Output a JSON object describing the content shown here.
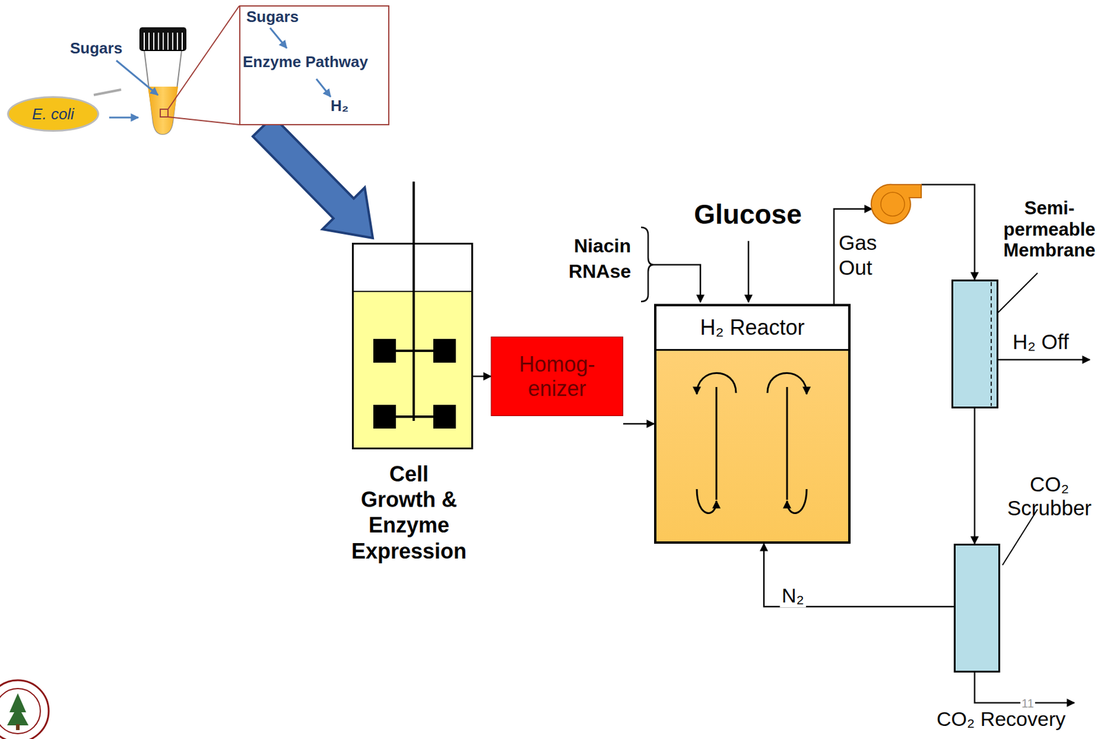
{
  "diagram": {
    "nodes": [
      {
        "text": [
          "E. coli"
        ]
      },
      {
        "text": [
          "Sugars",
          "Enzyme Pathway",
          "H₂"
        ]
      },
      {
        "text": [
          "Cell Growth & Enzyme Expression"
        ]
      },
      {
        "text": [
          "Homog- enizer"
        ]
      },
      {
        "text": [
          "H₂ Reactor"
        ]
      },
      {
        "text": [
          "Semi- permeable Membrane"
        ]
      },
      {
        "text": [
          "CO₂ Scrubber"
        ]
      }
    ],
    "edges": [
      {
        "from": 1,
        "to": 2,
        "arrow": "to"
      },
      {
        "from": 2,
        "to": 3,
        "arrow": "to"
      },
      {
        "from": 3,
        "to": 4,
        "arrow": "to"
      },
      {
        "from": 4,
        "to": 5,
        "arrow": "to"
      },
      {
        "from": 5,
        "to": 6,
        "arrow": "to"
      },
      {
        "from": 6,
        "to": 4,
        "label": "N₂",
        "arrow": "to"
      }
    ],
    "labels": [
      "Sugars",
      "Niacin",
      "RNAse",
      "Glucose",
      "Gas Out",
      "H₂ Off",
      "CO₂ Recovery",
      "11"
    ]
  }
}
